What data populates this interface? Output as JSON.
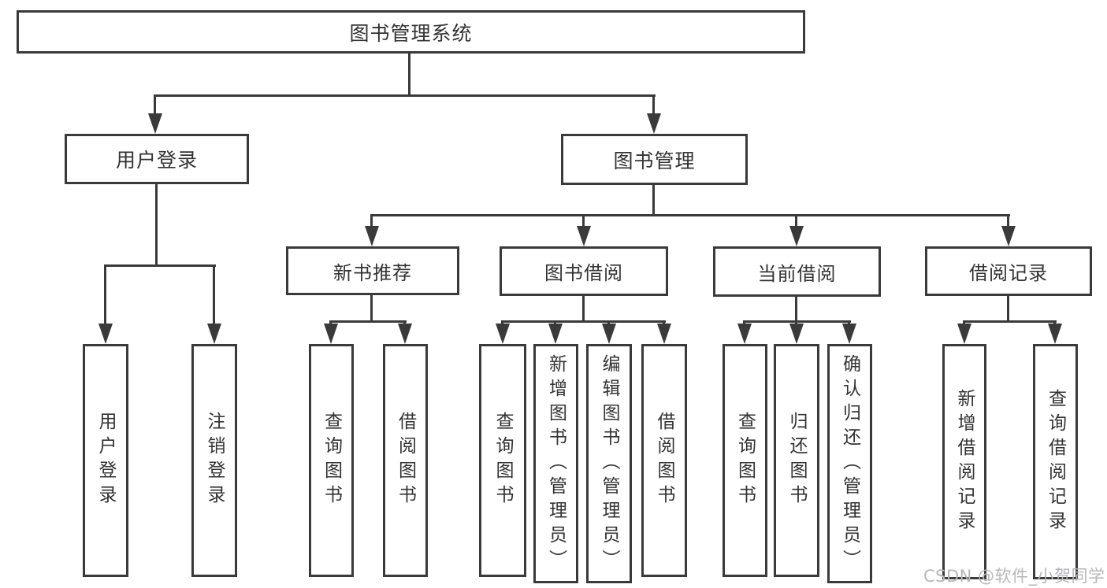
{
  "title": "图书管理系统",
  "level2": {
    "user_login": "用户登录",
    "book_mgmt": "图书管理"
  },
  "level3": {
    "new_books": "新书推荐",
    "book_borrow": "图书借阅",
    "current_borrow": "当前借阅",
    "borrow_records": "借阅记录"
  },
  "leaves": {
    "user_login": [
      "用户登录",
      "注销登录"
    ],
    "new_books": [
      "查询图书",
      "借阅图书"
    ],
    "book_borrow": [
      "查询图书",
      "新增图书（管理员）",
      "编辑图书（管理员）",
      "借阅图书"
    ],
    "current_borrow": [
      "查询图书",
      "归还图书",
      "确认归还（管理员）"
    ],
    "borrow_records": [
      "新增借阅记录",
      "查询借阅记录"
    ]
  },
  "watermark": "CSDN @软件_小贺同学",
  "colors": {
    "line": "#3a3a3a",
    "text": "#333333",
    "watermark": "#b3b7bd",
    "background": "#ffffff"
  }
}
